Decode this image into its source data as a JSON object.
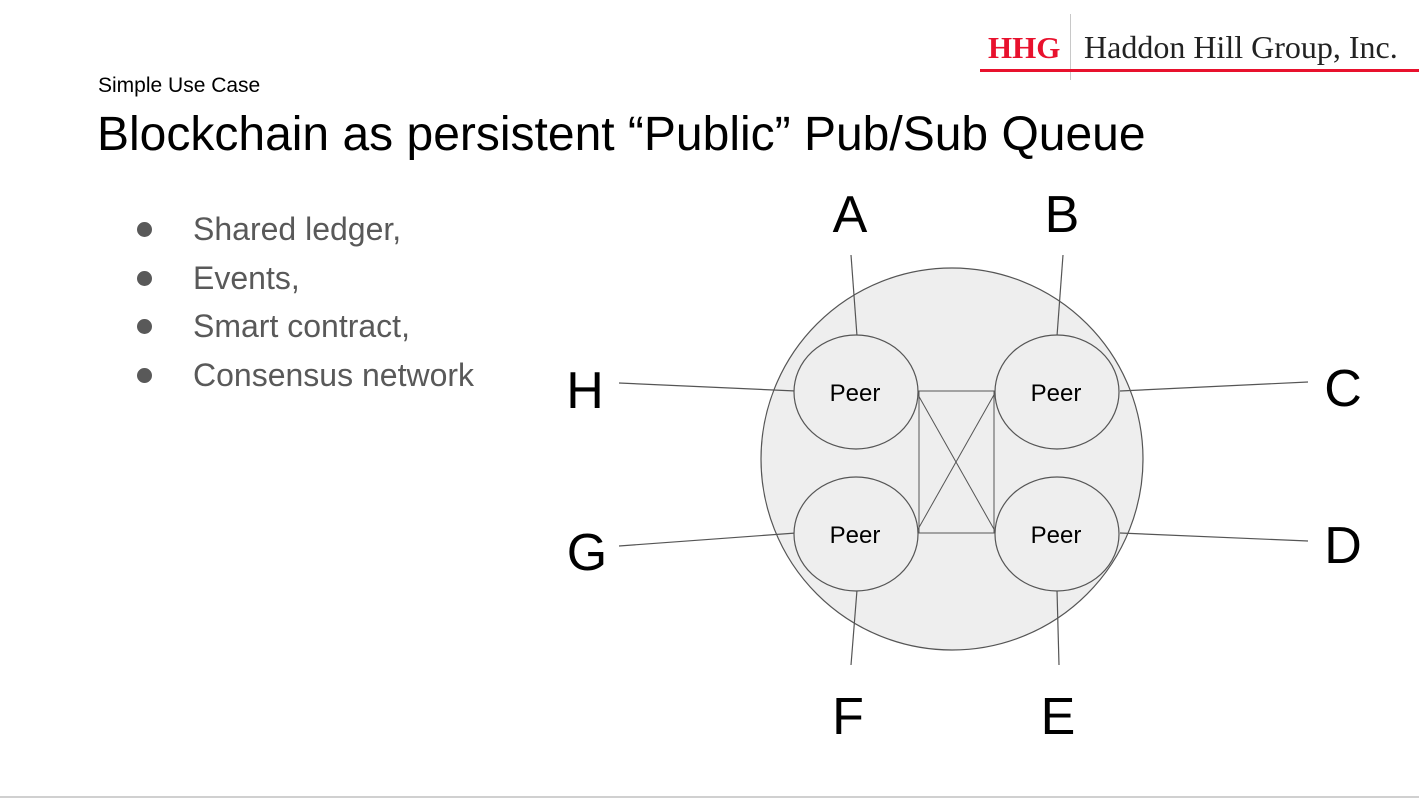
{
  "header": {
    "logo_mark": "HHG",
    "logo_name": "Haddon Hill Group, Inc.",
    "brand_color": "#e8112d"
  },
  "slide": {
    "subtitle": "Simple Use Case",
    "title": "Blockchain as persistent “Public” Pub/Sub Queue",
    "bullets": [
      "Shared ledger,",
      "Events,",
      "Smart contract,",
      "Consensus network"
    ]
  },
  "diagram": {
    "peers": [
      "Peer",
      "Peer",
      "Peer",
      "Peer"
    ],
    "clients": [
      "A",
      "B",
      "C",
      "D",
      "E",
      "F",
      "G",
      "H"
    ],
    "network_fill": "#eeeeee",
    "stroke_color": "#555555"
  }
}
